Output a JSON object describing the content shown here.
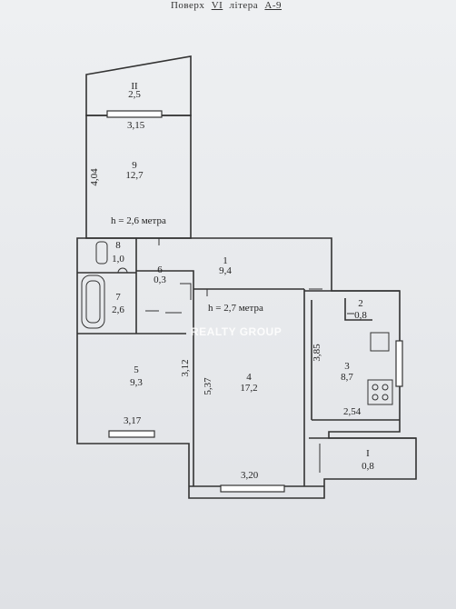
{
  "header": {
    "floor_label": "Поверх",
    "floor_value": "VI",
    "letter_label": "літера",
    "letter_value": "А-9"
  },
  "rooms": {
    "balcony_top": {
      "number": "ІІ",
      "area": "2,5"
    },
    "room9": {
      "number": "9",
      "area": "12,7"
    },
    "wc": {
      "number": "8",
      "area": "1,0"
    },
    "bath": {
      "number": "7",
      "area": "2,6"
    },
    "closet": {
      "number": "6",
      "area": "0,3"
    },
    "hall": {
      "number": "1",
      "area": "9,4"
    },
    "room5": {
      "number": "5",
      "area": "9,3"
    },
    "room4": {
      "number": "4",
      "area": "17,2"
    },
    "pantry": {
      "number": "2",
      "area": "0,8"
    },
    "kitchen": {
      "number": "3",
      "area": "8,7"
    },
    "balcony_right": {
      "number": "І",
      "area": "0,8"
    }
  },
  "dimensions": {
    "d315": "3,15",
    "d404": "4,04",
    "d312": "3,12",
    "d317": "3,17",
    "d537": "5,37",
    "d320": "3,20",
    "d385": "3,85",
    "d254": "2,54"
  },
  "ceilings": {
    "h26": "h = 2,6 метра",
    "h27": "h = 2,7 метра"
  },
  "watermark": "REALTY GROUP"
}
